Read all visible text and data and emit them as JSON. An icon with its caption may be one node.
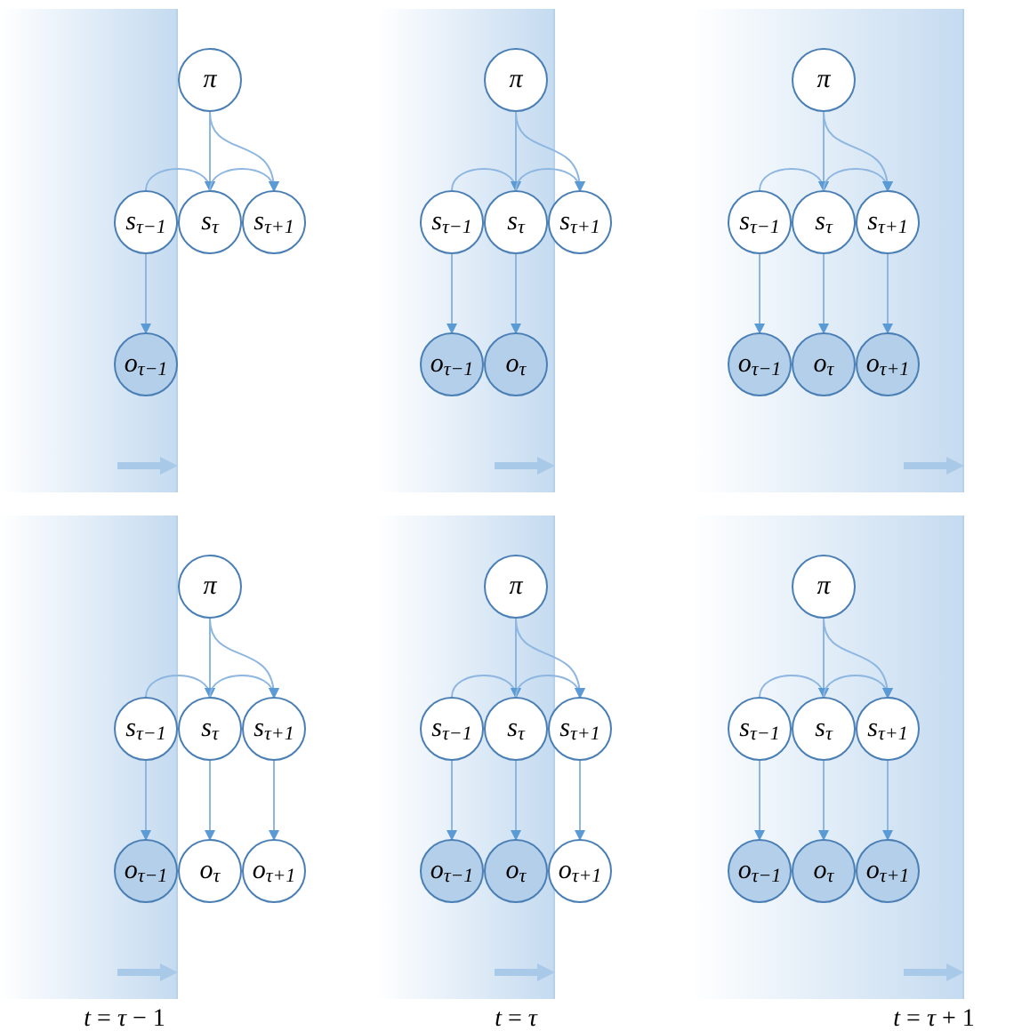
{
  "diagram": {
    "nodes": [
      {
        "text": [
          "π"
        ]
      },
      {
        "text": [
          "s$_{τ−1}$"
        ]
      },
      {
        "text": [
          "s$_{τ}$"
        ]
      },
      {
        "text": [
          "s$_{τ+1}$"
        ]
      },
      {
        "text": [
          "o$_{τ−1}$"
        ]
      },
      {
        "text": [
          "π"
        ]
      },
      {
        "text": [
          "s$_{τ−1}$"
        ]
      },
      {
        "text": [
          "s$_{τ}$"
        ]
      },
      {
        "text": [
          "s$_{τ+1}$"
        ]
      },
      {
        "text": [
          "o$_{τ−1}$"
        ]
      },
      {
        "text": [
          "o$_{τ}$"
        ]
      },
      {
        "text": [
          "π"
        ]
      },
      {
        "text": [
          "s$_{τ−1}$"
        ]
      },
      {
        "text": [
          "s$_{τ}$"
        ]
      },
      {
        "text": [
          "s$_{τ+1}$"
        ]
      },
      {
        "text": [
          "o$_{τ−1}$"
        ]
      },
      {
        "text": [
          "o$_{τ}$"
        ]
      },
      {
        "text": [
          "o$_{τ+1}$"
        ]
      },
      {
        "text": [
          "π"
        ]
      },
      {
        "text": [
          "s$_{τ−1}$"
        ]
      },
      {
        "text": [
          "s$_{τ}$"
        ]
      },
      {
        "text": [
          "s$_{τ+1}$"
        ]
      },
      {
        "text": [
          "o$_{τ−1}$"
        ]
      },
      {
        "text": [
          "o$_{τ}$"
        ]
      },
      {
        "text": [
          "o$_{τ+1}$"
        ]
      },
      {
        "text": [
          "π"
        ]
      },
      {
        "text": [
          "s$_{τ−1}$"
        ]
      },
      {
        "text": [
          "s$_{τ}$"
        ]
      },
      {
        "text": [
          "s$_{τ+1}$"
        ]
      },
      {
        "text": [
          "o$_{τ−1}$"
        ]
      },
      {
        "text": [
          "o$_{τ}$"
        ]
      },
      {
        "text": [
          "o$_{τ+1}$"
        ]
      },
      {
        "text": [
          "π"
        ]
      },
      {
        "text": [
          "s$_{τ−1}$"
        ]
      },
      {
        "text": [
          "s$_{τ}$"
        ]
      },
      {
        "text": [
          "s$_{τ+1}$"
        ]
      },
      {
        "text": [
          "o$_{τ−1}$"
        ]
      },
      {
        "text": [
          "o$_{τ}$"
        ]
      },
      {
        "text": [
          "o$_{τ+1}$"
        ]
      }
    ],
    "edges": [
      {
        "from": 0,
        "to": 2,
        "arrow": "to"
      },
      {
        "from": 0,
        "to": 3,
        "arrow": "to"
      },
      {
        "from": 1,
        "to": 2,
        "arrow": "to"
      },
      {
        "from": 2,
        "to": 3,
        "arrow": "to"
      },
      {
        "from": 1,
        "to": 4,
        "arrow": "to"
      },
      {
        "from": 5,
        "to": 7,
        "arrow": "to"
      },
      {
        "from": 5,
        "to": 8,
        "arrow": "to"
      },
      {
        "from": 6,
        "to": 7,
        "arrow": "to"
      },
      {
        "from": 7,
        "to": 8,
        "arrow": "to"
      },
      {
        "from": 6,
        "to": 9,
        "arrow": "to"
      },
      {
        "from": 7,
        "to": 10,
        "arrow": "to"
      },
      {
        "from": 11,
        "to": 13,
        "arrow": "to"
      },
      {
        "from": 11,
        "to": 14,
        "arrow": "to"
      },
      {
        "from": 12,
        "to": 13,
        "arrow": "to"
      },
      {
        "from": 13,
        "to": 14,
        "arrow": "to"
      },
      {
        "from": 12,
        "to": 15,
        "arrow": "to"
      },
      {
        "from": 13,
        "to": 16,
        "arrow": "to"
      },
      {
        "from": 14,
        "to": 17,
        "arrow": "to"
      },
      {
        "from": 18,
        "to": 20,
        "arrow": "to"
      },
      {
        "from": 18,
        "to": 21,
        "arrow": "to"
      },
      {
        "from": 19,
        "to": 20,
        "arrow": "to"
      },
      {
        "from": 20,
        "to": 21,
        "arrow": "to"
      },
      {
        "from": 19,
        "to": 22,
        "arrow": "to"
      },
      {
        "from": 20,
        "to": 23,
        "arrow": "to"
      },
      {
        "from": 21,
        "to": 24,
        "arrow": "to"
      },
      {
        "from": 25,
        "to": 27,
        "arrow": "to"
      },
      {
        "from": 25,
        "to": 28,
        "arrow": "to"
      },
      {
        "from": 26,
        "to": 27,
        "arrow": "to"
      },
      {
        "from": 27,
        "to": 28,
        "arrow": "to"
      },
      {
        "from": 26,
        "to": 29,
        "arrow": "to"
      },
      {
        "from": 27,
        "to": 30,
        "arrow": "to"
      },
      {
        "from": 28,
        "to": 31,
        "arrow": "to"
      },
      {
        "from": 32,
        "to": 34,
        "arrow": "to"
      },
      {
        "from": 32,
        "to": 35,
        "arrow": "to"
      },
      {
        "from": 33,
        "to": 34,
        "arrow": "to"
      },
      {
        "from": 34,
        "to": 35,
        "arrow": "to"
      },
      {
        "from": 33,
        "to": 36,
        "arrow": "to"
      },
      {
        "from": 34,
        "to": 37,
        "arrow": "to"
      },
      {
        "from": 35,
        "to": 38,
        "arrow": "to"
      }
    ],
    "labels": [
      "*t* = *τ* − 1",
      "*t* = *τ*",
      "*t* = *τ* + 1"
    ]
  }
}
